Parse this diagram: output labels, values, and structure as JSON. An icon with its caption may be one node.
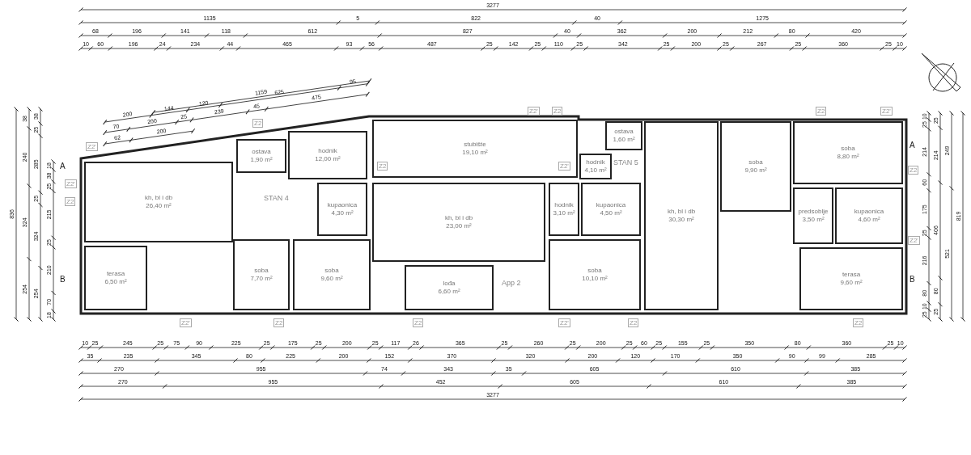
{
  "diagram": {
    "nodes": [
      {
        "text": [
          "kh, bl i db",
          "26,40 m²"
        ]
      },
      {
        "text": [
          "terasa",
          "6,50 m²"
        ]
      },
      {
        "text": [
          "ostava",
          "1,90 m²"
        ]
      },
      {
        "text": [
          "hodnik",
          "12,00 m²"
        ]
      },
      {
        "text": [
          "kupaonica",
          "4,30 m²"
        ]
      },
      {
        "text": [
          "soba",
          "7,70 m²"
        ]
      },
      {
        "text": [
          "soba",
          "9,60 m²"
        ]
      },
      {
        "text": [
          "stubište",
          "19,10 m²"
        ]
      },
      {
        "text": [
          "kh, bl i db",
          "23,00 m²"
        ]
      },
      {
        "text": [
          "lođa",
          "6,60 m²"
        ]
      },
      {
        "text": [
          "hodnik",
          "3,10 m²"
        ]
      },
      {
        "text": [
          "kupaonica",
          "4,50 m²"
        ]
      },
      {
        "text": [
          "soba",
          "10,10 m²"
        ]
      },
      {
        "text": [
          "ostava",
          "1,60 m²"
        ]
      },
      {
        "text": [
          "hodnik",
          "4,10 m²"
        ]
      },
      {
        "text": [
          "kh, bl i db",
          "30,30 m²"
        ]
      },
      {
        "text": [
          "soba",
          "9,90 m²"
        ]
      },
      {
        "text": [
          "soba",
          "8,80 m²"
        ]
      },
      {
        "text": [
          "predsoblje",
          "3,50 m²"
        ]
      },
      {
        "text": [
          "kupaonica",
          "4,60 m²"
        ]
      },
      {
        "text": [
          "terasa",
          "9,60 m²"
        ]
      }
    ],
    "labels": [
      "3277",
      "1135",
      "5",
      "822",
      "40",
      "1275",
      "68",
      "196",
      "141",
      "118",
      "612",
      "827",
      "40",
      "362",
      "200",
      "212",
      "80",
      "420",
      "10",
      "60",
      "196",
      "24",
      "234",
      "44",
      "465",
      "93",
      "56",
      "487",
      "25",
      "142",
      "25",
      "110",
      "25",
      "342",
      "25",
      "200",
      "25",
      "267",
      "25",
      "360",
      "25",
      "10",
      "1159",
      "200",
      "144",
      "120",
      "625",
      "95",
      "70",
      "200",
      "25",
      "239",
      "45",
      "475",
      "62",
      "200",
      "Z2",
      "Z2'",
      "Z2",
      "Z2",
      "Z2'",
      "836",
      "254",
      "324",
      "240",
      "38",
      "254",
      "324",
      "25",
      "285",
      "25",
      "38",
      "18",
      "70",
      "210",
      "25",
      "215",
      "25",
      "38",
      "18",
      "Z2'",
      "Z2'",
      "Z2",
      "A",
      "B",
      "STAN 4",
      "STAN 5",
      "App 2",
      "Z2",
      "Z2'",
      "A",
      "Z2",
      "Z2'",
      "B",
      "25",
      "10",
      "80",
      "216",
      "25",
      "175",
      "60",
      "214",
      "25",
      "10",
      "25",
      "80",
      "406",
      "214",
      "25",
      "521",
      "249",
      "819",
      "Z2'",
      "Z2",
      "Z2",
      "Z2'",
      "Z2",
      "Z2",
      "10",
      "25",
      "245",
      "25",
      "75",
      "90",
      "225",
      "25",
      "175",
      "25",
      "200",
      "25",
      "117",
      "26",
      "365",
      "25",
      "260",
      "25",
      "200",
      "25",
      "60",
      "25",
      "155",
      "25",
      "350",
      "80",
      "360",
      "25",
      "10",
      "35",
      "235",
      "345",
      "80",
      "225",
      "200",
      "152",
      "370",
      "320",
      "200",
      "120",
      "170",
      "350",
      "90",
      "99",
      "285",
      "270",
      "955",
      "74",
      "343",
      "35",
      "605",
      "610",
      "385",
      "270",
      "955",
      "452",
      "605",
      "610",
      "385",
      "3277"
    ]
  }
}
